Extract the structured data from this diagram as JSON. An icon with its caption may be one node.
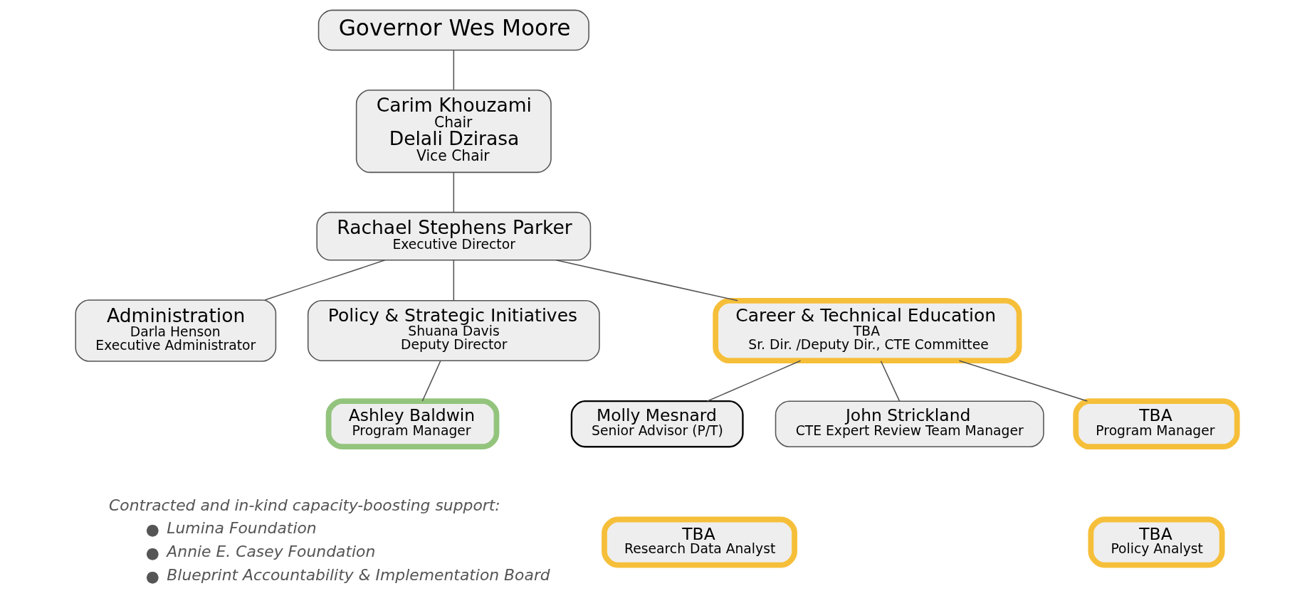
{
  "diagram": {
    "nodes": [
      {
        "text": [
          "Governor Wes Moore"
        ]
      },
      {
        "text": [
          "Carim Khouzami",
          "Chair",
          "Delali Dzirasa",
          "Vice Chair"
        ]
      },
      {
        "text": [
          "Rachael Stephens Parker",
          "Executive Director"
        ]
      },
      {
        "text": [
          "Administration",
          "Darla Henson",
          "Executive Administrator"
        ]
      },
      {
        "text": [
          "Policy & Strategic Initiatives",
          "Shuana Davis",
          "Deputy Director"
        ]
      },
      {
        "text": [
          "Career & Technical Education",
          "TBA",
          "Sr. Dir. /Deputy Dir., CTE Committee"
        ]
      },
      {
        "text": [
          "Ashley Baldwin",
          "Program Manager"
        ]
      },
      {
        "text": [
          "Molly Mesnard",
          "Senior Advisor (P/T)"
        ]
      },
      {
        "text": [
          "John Strickland",
          "CTE Expert Review Team Manager"
        ]
      },
      {
        "text": [
          "TBA",
          "Program Manager"
        ]
      },
      {
        "text": [
          "TBA",
          "Research Data Analyst"
        ]
      },
      {
        "text": [
          "TBA",
          "Policy Analyst"
        ]
      }
    ],
    "edges": [
      {
        "from": 0,
        "to": 1,
        "arrow": "none"
      },
      {
        "from": 1,
        "to": 2,
        "arrow": "none"
      },
      {
        "from": 2,
        "to": 3,
        "arrow": "none"
      },
      {
        "from": 2,
        "to": 4,
        "arrow": "none"
      },
      {
        "from": 2,
        "to": 5,
        "arrow": "none"
      },
      {
        "from": 4,
        "to": 6,
        "arrow": "none"
      },
      {
        "from": 5,
        "to": 7,
        "arrow": "none"
      },
      {
        "from": 5,
        "to": 8,
        "arrow": "none"
      },
      {
        "from": 5,
        "to": 9,
        "arrow": "none"
      }
    ],
    "labels": [
      "Contracted and in-kind capacity-boosting support:",
      "●",
      "Lumina Foundation",
      "●",
      "Annie E. Casey Foundation",
      "●",
      "Blueprint Accountability & Implementation Board"
    ]
  }
}
